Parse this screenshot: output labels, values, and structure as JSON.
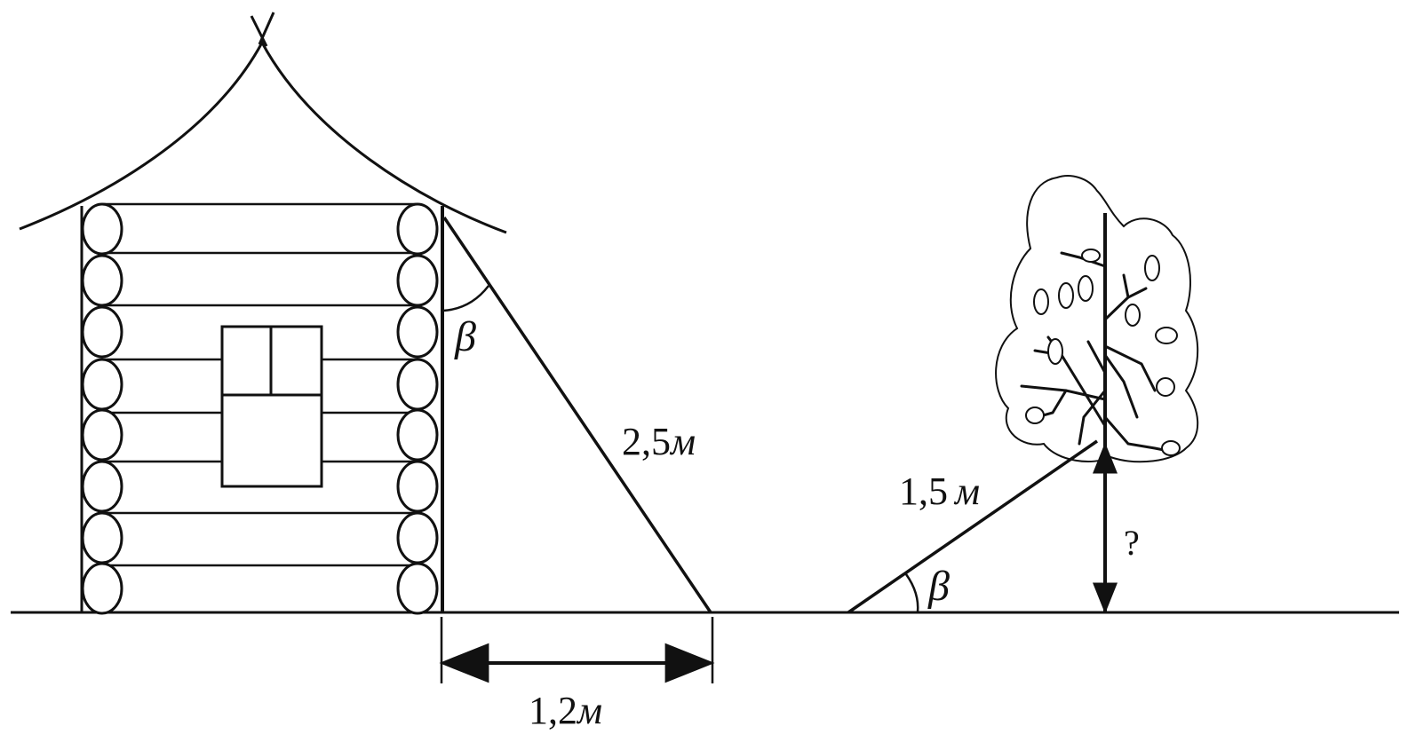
{
  "labels": {
    "ladder_length": "2,5",
    "ladder_unit": "м",
    "base_distance": "1,2",
    "base_unit": "м",
    "tree_ladder_length": "1,5",
    "tree_ladder_unit": "м",
    "angle_house": "β",
    "angle_tree": "β",
    "unknown_height": "?"
  },
  "colors": {
    "ink": "#111111",
    "background": "#ffffff"
  }
}
